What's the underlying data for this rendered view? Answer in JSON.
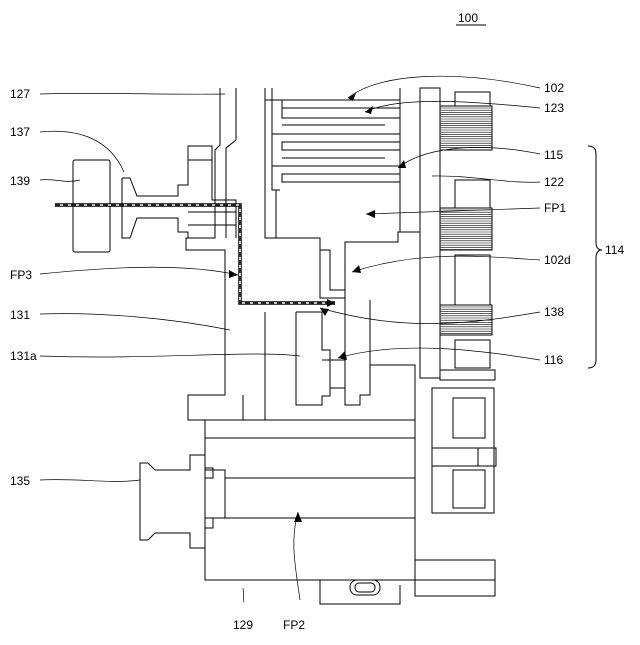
{
  "figure": {
    "title": "100",
    "labels": {
      "l127": "127",
      "l137": "137",
      "l139": "139",
      "lFP3": "FP3",
      "l131": "131",
      "l131a": "131a",
      "l135": "135",
      "l129": "129",
      "lFP2": "FP2",
      "l102": "102",
      "l123": "123",
      "l115": "115",
      "l122": "122",
      "lFP1": "FP1",
      "l102d": "102d",
      "l114": "114",
      "l138": "138",
      "l116": "116"
    }
  }
}
